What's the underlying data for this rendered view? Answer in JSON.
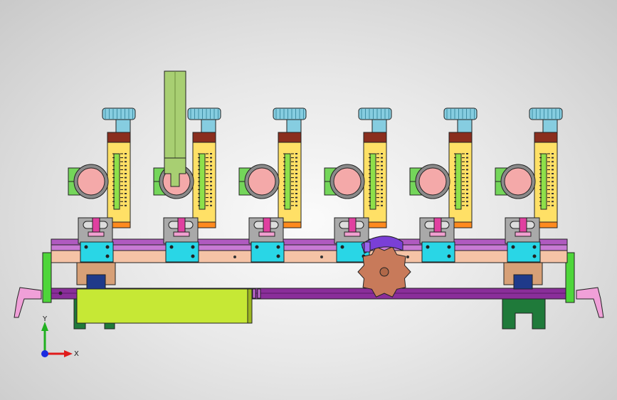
{
  "viewport": {
    "title": "",
    "background_center": "#fbfbfb",
    "background_edge": "#c9c9c9"
  },
  "triad": {
    "x_label": "X",
    "y_label": "Y",
    "x_color": "#e01b1b",
    "y_color": "#20b020",
    "z_color": "#1b2be0"
  },
  "assembly": {
    "station_count": 6,
    "colors": {
      "knob": "#86cde0",
      "knob_dark": "#3f8ea5",
      "dial_face": "#ffe066",
      "dial_cap": "#8a2e1e",
      "dial_orange": "#ff8a1e",
      "slider_green": "#8ee04a",
      "roller_pink": "#f4a9a9",
      "clamp_green": "#74d65a",
      "grey_block": "#a9a9a9",
      "magenta_part": "#e040a0",
      "cyan_block": "#29d6e6",
      "purple_rail": "#8a2e9a",
      "tan_beam": "#f5c3a6",
      "lime_plate": "#c6e835",
      "dark_green": "#1f7a3a",
      "gear": "#c87a5a",
      "violet_cam": "#7a3fd6",
      "hand_pink": "#f0a0d8",
      "olive_arm": "#a8cf72"
    }
  }
}
